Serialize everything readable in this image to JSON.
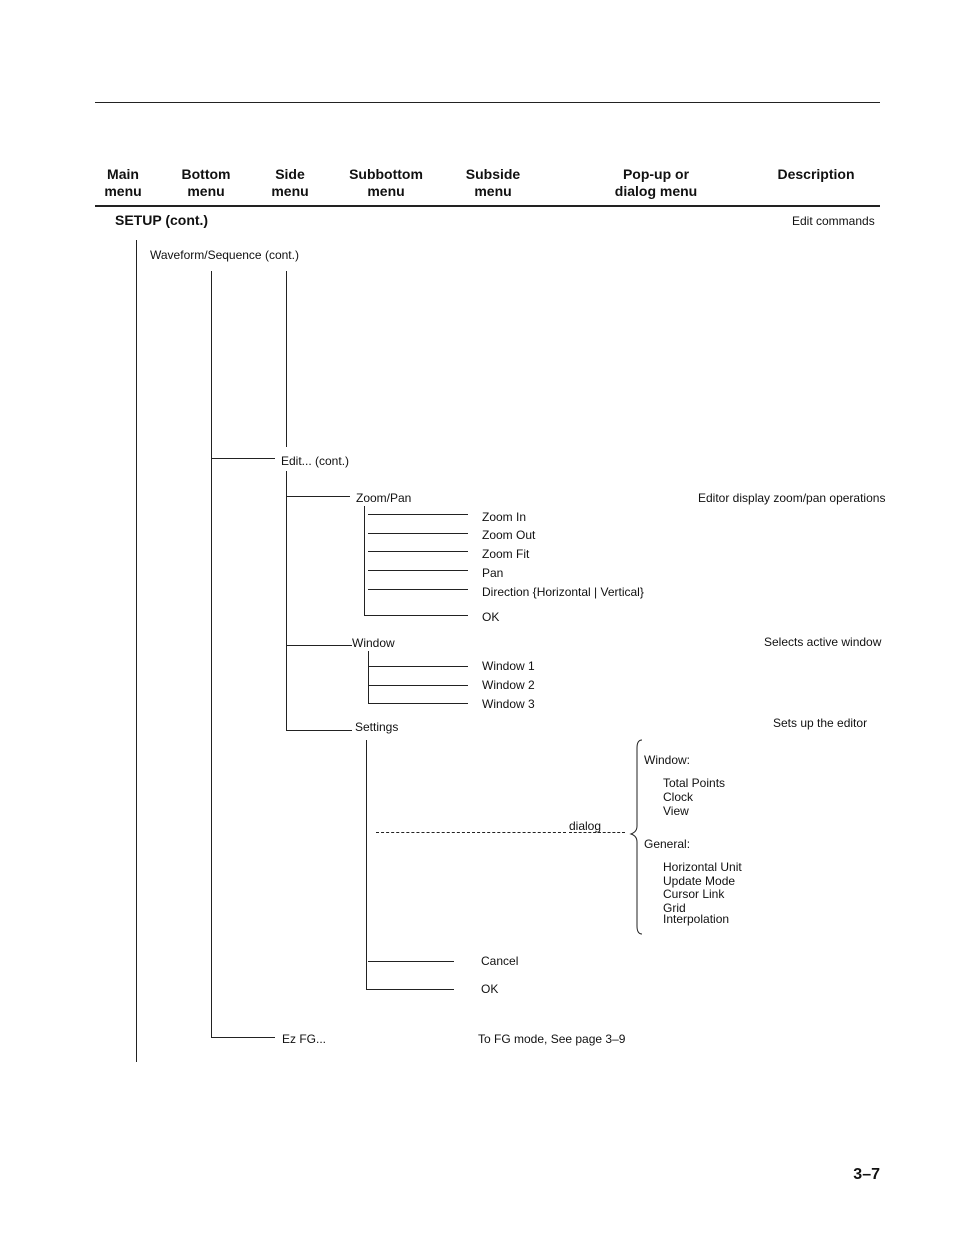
{
  "header": {
    "main": "Main\nmenu",
    "bottom": "Bottom\nmenu",
    "side": "Side\nmenu",
    "subbottom": "Subbottom\nmenu",
    "subside": "Subside\nmenu",
    "popup": "Pop-up or\ndialog menu",
    "description": "Description"
  },
  "tree": {
    "setup": "SETUP (cont.)",
    "setup_desc": "Edit commands",
    "waveform": "Waveform/Sequence (cont.)",
    "edit": "Edit... (cont.)",
    "zoompan": "Zoom/Pan",
    "zoompan_desc": "Editor display zoom/pan operations",
    "zoom_items": [
      "Zoom In",
      "Zoom Out",
      "Zoom Fit",
      "Pan",
      "Direction {Horizontal | Vertical}",
      "OK"
    ],
    "window": "Window",
    "window_desc": "Selects active window",
    "window_items": [
      "Window 1",
      "Window 2",
      "Window 3"
    ],
    "settings": "Settings",
    "settings_desc": "Sets up the editor",
    "dialog": "dialog",
    "dialog_window_label": "Window:",
    "dialog_window_items": [
      "Total Points",
      "Clock",
      "View"
    ],
    "dialog_general_label": "General:",
    "dialog_general_items": [
      "Horizontal Unit",
      "Update Mode",
      "Cursor Link",
      "Grid",
      "Interpolation"
    ],
    "cancel": "Cancel",
    "ok": "OK",
    "ezfg": "Ez FG...",
    "ezfg_desc": "To FG mode, See page  3–9"
  },
  "page_number": "3–7"
}
